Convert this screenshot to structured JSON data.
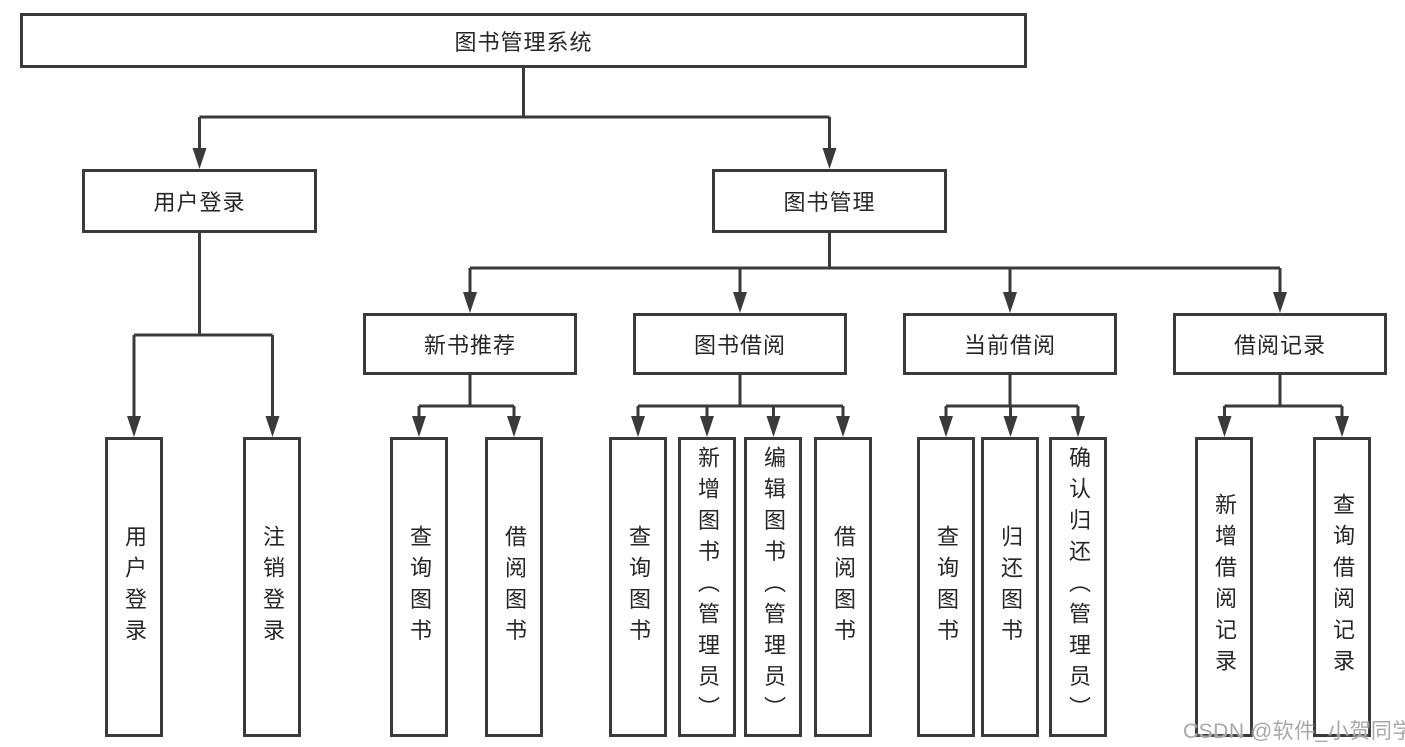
{
  "diagram": {
    "type": "hierarchy-tree",
    "root": {
      "label": "图书管理系统"
    },
    "branches": [
      {
        "label": "用户登录",
        "children": [
          {
            "label": "用户登录"
          },
          {
            "label": "注销登录"
          }
        ]
      },
      {
        "label": "图书管理",
        "children": [
          {
            "label": "新书推荐",
            "children": [
              {
                "label": "查询图书"
              },
              {
                "label": "借阅图书"
              }
            ]
          },
          {
            "label": "图书借阅",
            "children": [
              {
                "label": "查询图书"
              },
              {
                "label": "新增图书（管理员）"
              },
              {
                "label": "编辑图书（管理员）"
              },
              {
                "label": "借阅图书"
              }
            ]
          },
          {
            "label": "当前借阅",
            "children": [
              {
                "label": "查询图书"
              },
              {
                "label": "归还图书"
              },
              {
                "label": "确认归还（管理员）"
              }
            ]
          },
          {
            "label": "借阅记录",
            "children": [
              {
                "label": "新增借阅记录"
              },
              {
                "label": "查询借阅记录"
              }
            ]
          }
        ]
      }
    ],
    "watermark": "CSDN @软件_小贺同学",
    "colors": {
      "line": "#3a3a3a",
      "text": "#262626",
      "background": "#ffffff",
      "watermark": "#a8a8a8"
    }
  }
}
